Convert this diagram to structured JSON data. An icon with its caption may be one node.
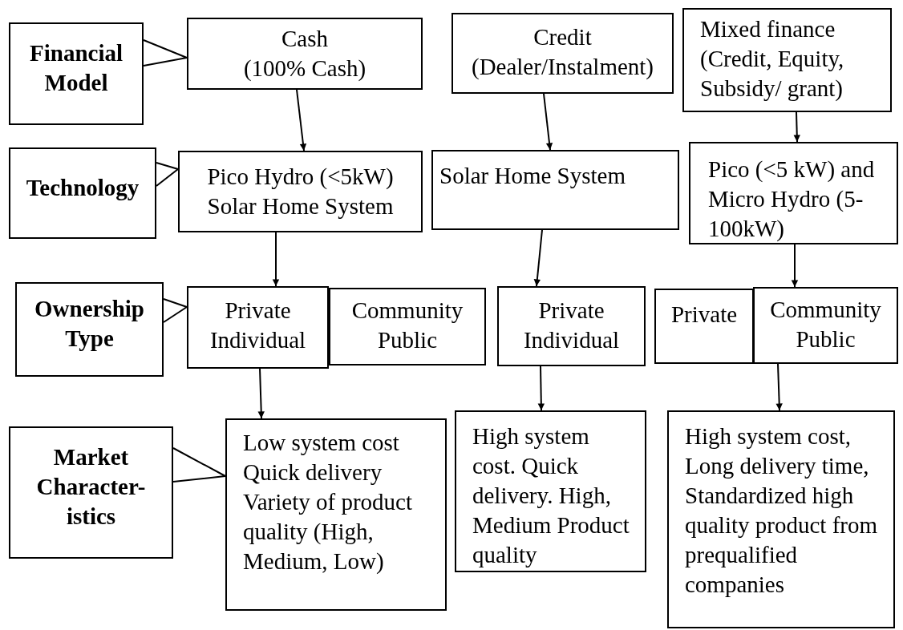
{
  "diagram": {
    "nodes": [
      {
        "text": [
          "Financial Model"
        ]
      },
      {
        "text": [
          "Cash",
          "(100% Cash)"
        ]
      },
      {
        "text": [
          "Credit",
          "(Dealer/Instalment)"
        ]
      },
      {
        "text": [
          "Mixed finance",
          "(Credit, Equity, Subsidy/ grant)"
        ]
      },
      {
        "text": [
          "Technology"
        ]
      },
      {
        "text": [
          "Pico Hydro (<5kW)",
          "Solar Home System"
        ]
      },
      {
        "text": [
          "Solar Home System"
        ]
      },
      {
        "text": [
          "Pico (<5 kW) and Micro Hydro (5-100kW)"
        ]
      },
      {
        "text": [
          "Ownership Type"
        ]
      },
      {
        "text": [
          "Private Individual"
        ]
      },
      {
        "text": [
          "Community Public"
        ]
      },
      {
        "text": [
          "Private Individual"
        ]
      },
      {
        "text": [
          "Private"
        ]
      },
      {
        "text": [
          "Community Public"
        ]
      },
      {
        "text": [
          "Market Character- istics"
        ]
      },
      {
        "text": [
          "Low system cost",
          "Quick delivery",
          "Variety of product quality (High, Medium, Low)"
        ]
      },
      {
        "text": [
          "High system cost. Quick delivery. High, Medium Product quality"
        ]
      },
      {
        "text": [
          "High system cost, Long delivery time, Standardized high quality product from prequalified companies"
        ]
      }
    ],
    "edges": [
      {
        "from": 0,
        "to": 1,
        "arrow": "none"
      },
      {
        "from": 4,
        "to": 5,
        "arrow": "none"
      },
      {
        "from": 8,
        "to": 9,
        "arrow": "none"
      },
      {
        "from": 14,
        "to": 15,
        "arrow": "none"
      },
      {
        "from": 1,
        "to": 5,
        "arrow": "to"
      },
      {
        "from": 2,
        "to": 6,
        "arrow": "to"
      },
      {
        "from": 3,
        "to": 7,
        "arrow": "to"
      },
      {
        "from": 5,
        "to": 9,
        "arrow": "to"
      },
      {
        "from": 6,
        "to": 11,
        "arrow": "to"
      },
      {
        "from": 7,
        "to": 13,
        "arrow": "to"
      },
      {
        "from": 9,
        "to": 15,
        "arrow": "to"
      },
      {
        "from": 11,
        "to": 16,
        "arrow": "to"
      },
      {
        "from": 13,
        "to": 17,
        "arrow": "to"
      }
    ]
  }
}
